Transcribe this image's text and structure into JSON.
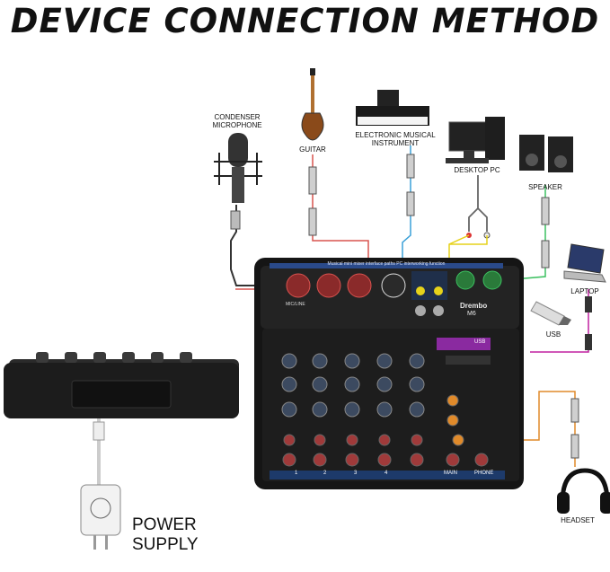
{
  "title": "DEVICE CONNECTION METHOD",
  "devices": {
    "microphone": "CONDENSER MICROPHONE",
    "guitar": "GUITAR",
    "keyboard": "ELECTRONIC MUSICAL INSTRUMENT",
    "desktop": "DESKTOP PC",
    "speaker": "SPEAKER",
    "laptop": "LAPTOP",
    "usb": "USB",
    "headset": "HEADSET",
    "power_line1": "POWER",
    "power_line2": "SUPPLY"
  },
  "mixer": {
    "brand": "Drembo",
    "model": "M6",
    "banner": "Musical mini mixer interface paths PC interworking function",
    "channels": [
      "1",
      "2",
      "3",
      "4"
    ],
    "mic_line": "MIC/LINE",
    "usb_label": "USB",
    "main_label": "MAIN",
    "phone_label": "PHONE"
  },
  "colors": {
    "mic_cable": "#d9534f",
    "guitar_cable": "#d9534f",
    "keyboard_cable": "#3aa0d8",
    "pc_cable": "#e6d21a",
    "speaker_cable": "#3cc060",
    "laptop_cable": "#c020a0",
    "headset_cable": "#e08a2a"
  }
}
